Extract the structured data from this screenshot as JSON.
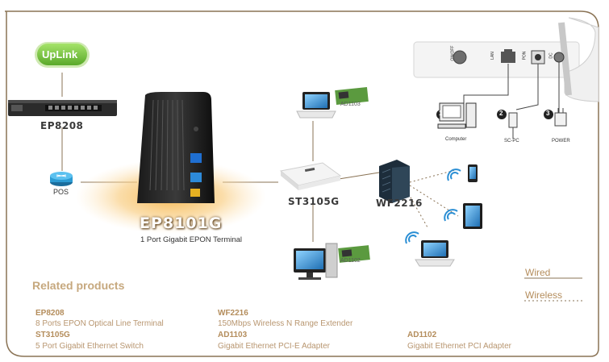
{
  "uplink": "UpLink",
  "devices": {
    "ep8208": "EP8208",
    "pos": "POS",
    "ep8101g": "EP8101G",
    "ep8101g_desc": "1 Port Gigabit EPON Terminal",
    "st3105g": "ST3105G",
    "wf2216": "WF2216",
    "ad1103": "AD1103",
    "ad1102": "AD1102"
  },
  "back_panel": {
    "port_onoff": "ON/OFF",
    "port_lan": "LAN",
    "port_pon": "PON",
    "port_dc": "DC",
    "num1": "1",
    "num2": "2",
    "num3": "3",
    "computer": "Computer",
    "scpc": "SC-PC",
    "power": "POWER"
  },
  "related": {
    "title": "Related products",
    "items": [
      {
        "name": "EP8208",
        "desc": "8 Ports EPON Optical Line Terminal"
      },
      {
        "name": "WF2216",
        "desc": "150Mbps Wireless N Range Extender"
      },
      {
        "name": "ST3105G",
        "desc": "5 Port Gigabit Ethernet Switch"
      },
      {
        "name": "AD1103",
        "desc": "Gigabit Ethernet PCI-E Adapter"
      },
      {
        "name": "AD1102",
        "desc": "Gigabit Ethernet PCI Adapter"
      }
    ]
  },
  "legend": {
    "wired": "Wired",
    "wireless": "Wireless"
  },
  "colors": {
    "frame": "#8a7355",
    "accent": "#c6a87e",
    "glow": "#f6c36a",
    "uplink": "#7cc242"
  }
}
